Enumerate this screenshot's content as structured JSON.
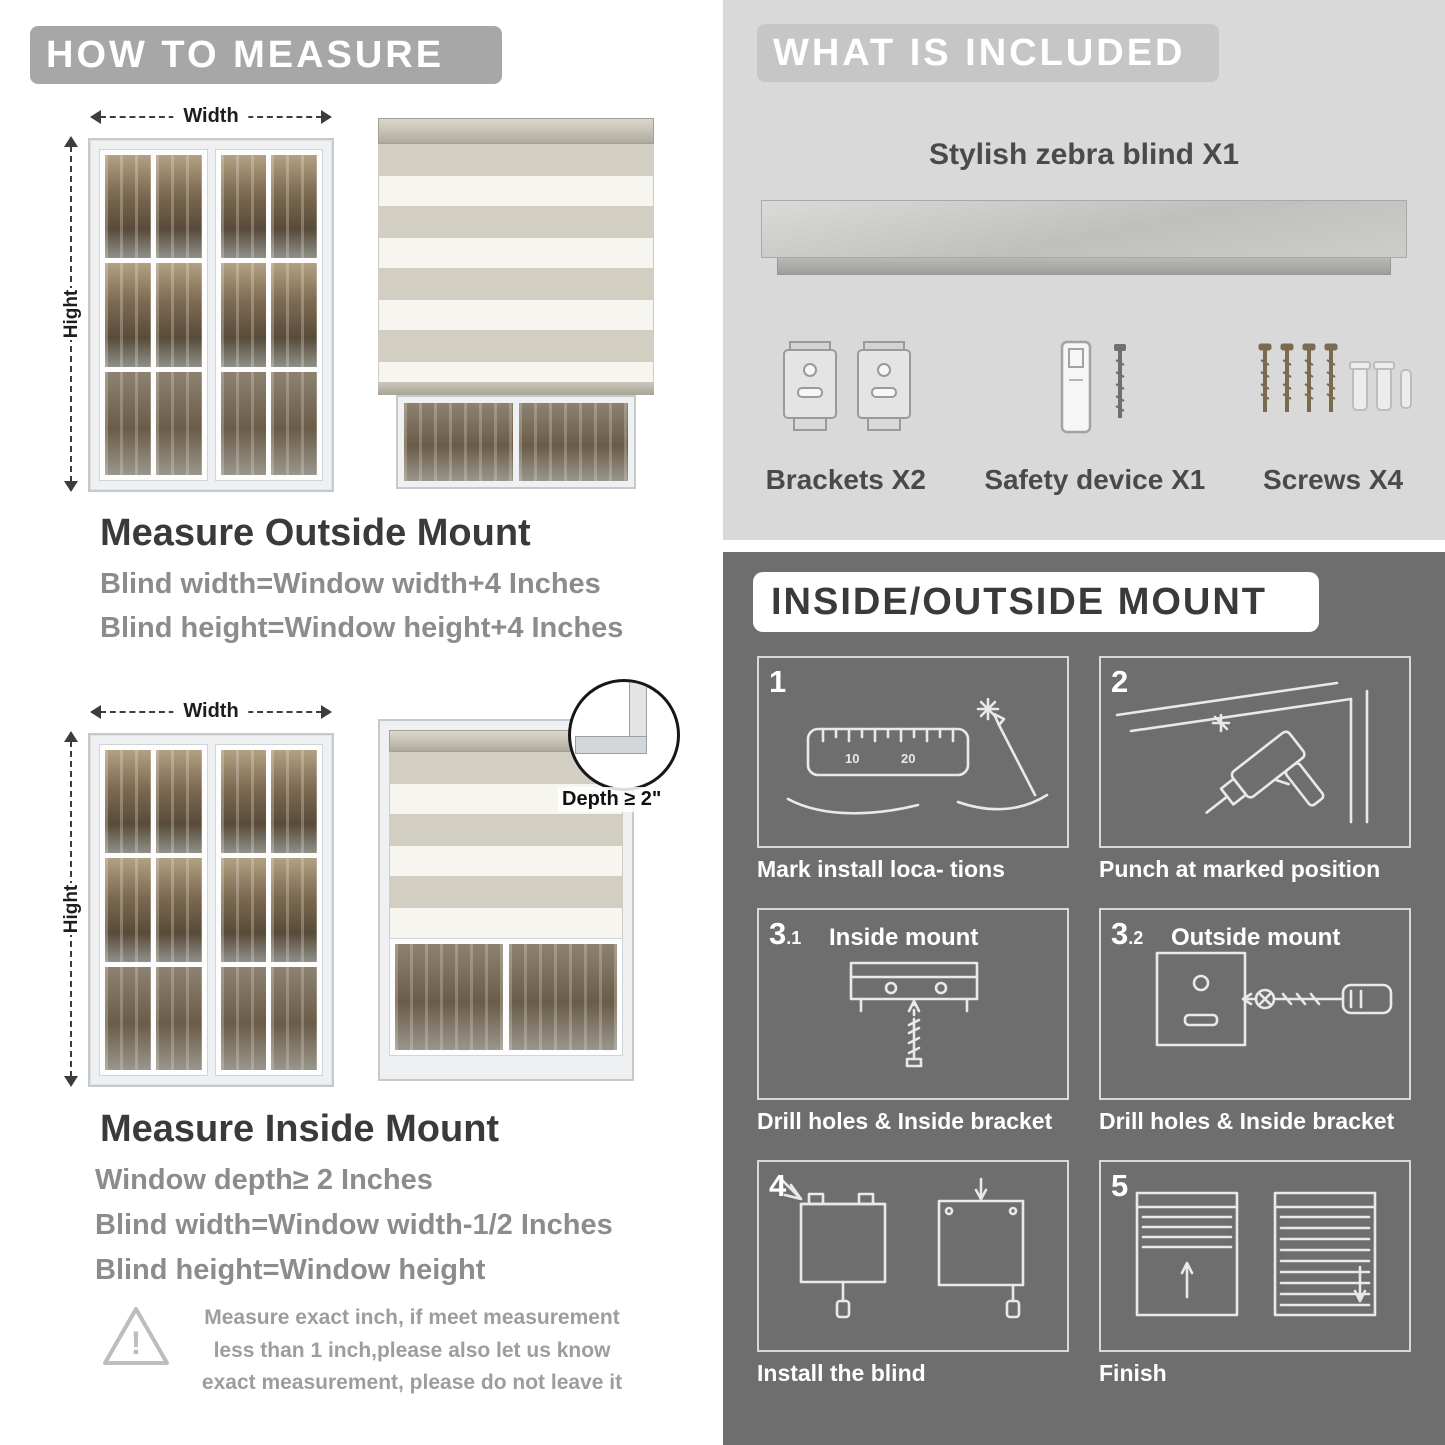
{
  "colors": {
    "banner_gray": "#a7a7a7",
    "panel_light": "#d9d9d9",
    "panel_dark": "#6e6e6e"
  },
  "left": {
    "header": "HOW TO MEASURE",
    "outside": {
      "width_label": "Width",
      "height_label": "Hight",
      "title": "Measure Outside Mount",
      "line1": "Blind width=Window width+4 Inches",
      "line2": "Blind height=Window height+4 Inches"
    },
    "inside": {
      "width_label": "Width",
      "height_label": "Hight",
      "depth_note": "Depth ≥ 2\"",
      "title": "Measure Inside Mount",
      "line1": "Window depth≥ 2 Inches",
      "line2": "Blind width=Window width-1/2 Inches",
      "line3": "Blind height=Window height"
    },
    "warning_text": "Measure exact inch, if meet measurement less than 1 inch,please also let us know exact measurement, please do not leave it"
  },
  "right": {
    "included": {
      "header": "WHAT IS INCLUDED",
      "blind_label": "Stylish zebra blind X1",
      "item1_label": "Brackets X2",
      "item2_label": "Safety device X1",
      "item3_label": "Screws X4"
    },
    "mount": {
      "header": "INSIDE/OUTSIDE MOUNT",
      "steps": [
        {
          "num": "1",
          "caption": "Mark install loca- tions"
        },
        {
          "num": "2",
          "caption": "Punch at  marked position"
        },
        {
          "num": "3",
          "sub": ".1",
          "label": "Inside mount",
          "caption": "Drill holes &  Inside bracket"
        },
        {
          "num": "3",
          "sub": ".2",
          "label": "Outside mount",
          "caption": "Drill holes &  Inside bracket"
        },
        {
          "num": "4",
          "caption": "Install the blind"
        },
        {
          "num": "5",
          "caption": "Finish"
        }
      ]
    }
  }
}
